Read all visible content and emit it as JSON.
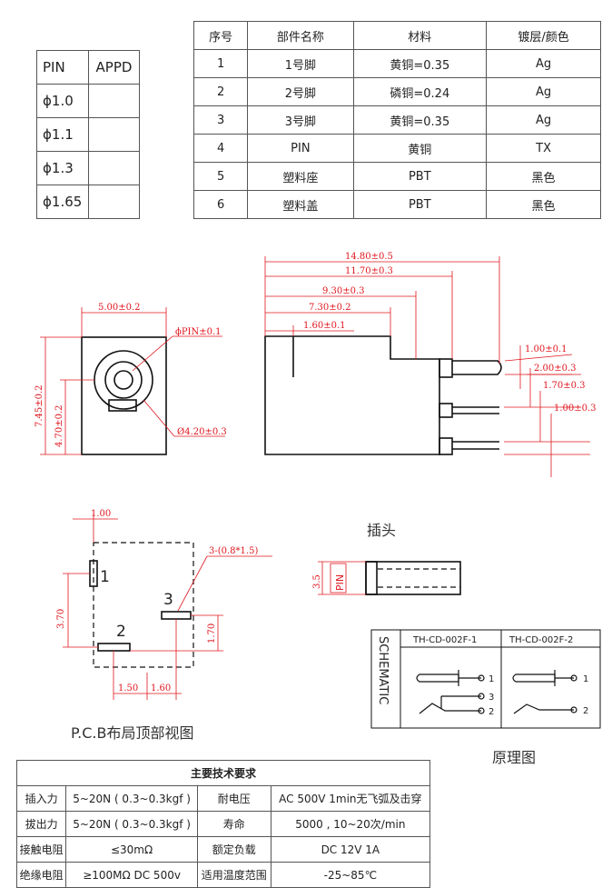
{
  "pin_table": {
    "headers": [
      "PIN",
      "APPD"
    ],
    "rows": [
      [
        "ϕ1.0",
        ""
      ],
      [
        "ϕ1.1",
        ""
      ],
      [
        "ϕ1.3",
        ""
      ],
      [
        "ϕ1.65",
        ""
      ]
    ]
  },
  "parts_table": {
    "headers": [
      "序号",
      "部件名称",
      "材料",
      "镀层/颜色"
    ],
    "rows": [
      [
        "1",
        "1号脚",
        "黄铜=0.35",
        "Ag"
      ],
      [
        "2",
        "2号脚",
        "磷铜=0.24",
        "Ag"
      ],
      [
        "3",
        "3号脚",
        "黄铜=0.35",
        "Ag"
      ],
      [
        "4",
        "PIN",
        "黄铜",
        "TX"
      ],
      [
        "5",
        "塑料座",
        "PBT",
        "黑色"
      ],
      [
        "6",
        "塑料盖",
        "PBT",
        "黑色"
      ]
    ]
  },
  "front_view": {
    "dim_width": "5.00±0.2",
    "dim_pin": "ϕPIN±0.1",
    "dim_height_total": "7.45±0.2",
    "dim_height_center": "4.70±0.2",
    "dim_diameter": "Ø4.20±0.3"
  },
  "side_view": {
    "dims_horizontal": [
      "14.80±0.5",
      "11.70±0.3",
      "9.30±0.3",
      "7.30±0.2",
      "1.60±0.1"
    ],
    "dims_vertical": [
      "1.00±0.1",
      "2.00±0.3",
      "1.70±0.3",
      "1.00±0.3"
    ]
  },
  "pcb_layout": {
    "caption": "P.C.B布局顶部视图",
    "dim_top": "1.00",
    "dim_hole": "3-(0.8*1.5)",
    "dim_left": "3.70",
    "dim_right": "1.70",
    "dim_bottom_left": "1.50",
    "dim_bottom_right": "1.60",
    "pad_labels": [
      "1",
      "2",
      "3"
    ]
  },
  "plug": {
    "caption": "插头",
    "dim": "3.5",
    "pin_label": "PIN"
  },
  "schematic": {
    "side_label": "SCHEMATIC",
    "models": [
      "TH-CD-002F-1",
      "TH-CD-002F-2"
    ],
    "pins_left": [
      "1",
      "3",
      "2"
    ],
    "pins_right": [
      "1",
      "2"
    ],
    "caption": "原理图"
  },
  "spec_table": {
    "title": "主要技术要求",
    "rows": [
      [
        "插入力",
        "5~20N ( 0.3~0.3kgf )",
        "耐电压",
        "AC 500V 1min无飞弧及击穿"
      ],
      [
        "拔出力",
        "5~20N ( 0.3~0.3kgf )",
        "寿命",
        "5000 , 10~20次/min"
      ],
      [
        "接触电阻",
        "≤30mΩ",
        "额定负载",
        "DC 12V 1A"
      ],
      [
        "绝缘电阻",
        "≥100MΩ  DC 500v",
        "适用温度范围",
        "-25~85℃"
      ]
    ]
  }
}
